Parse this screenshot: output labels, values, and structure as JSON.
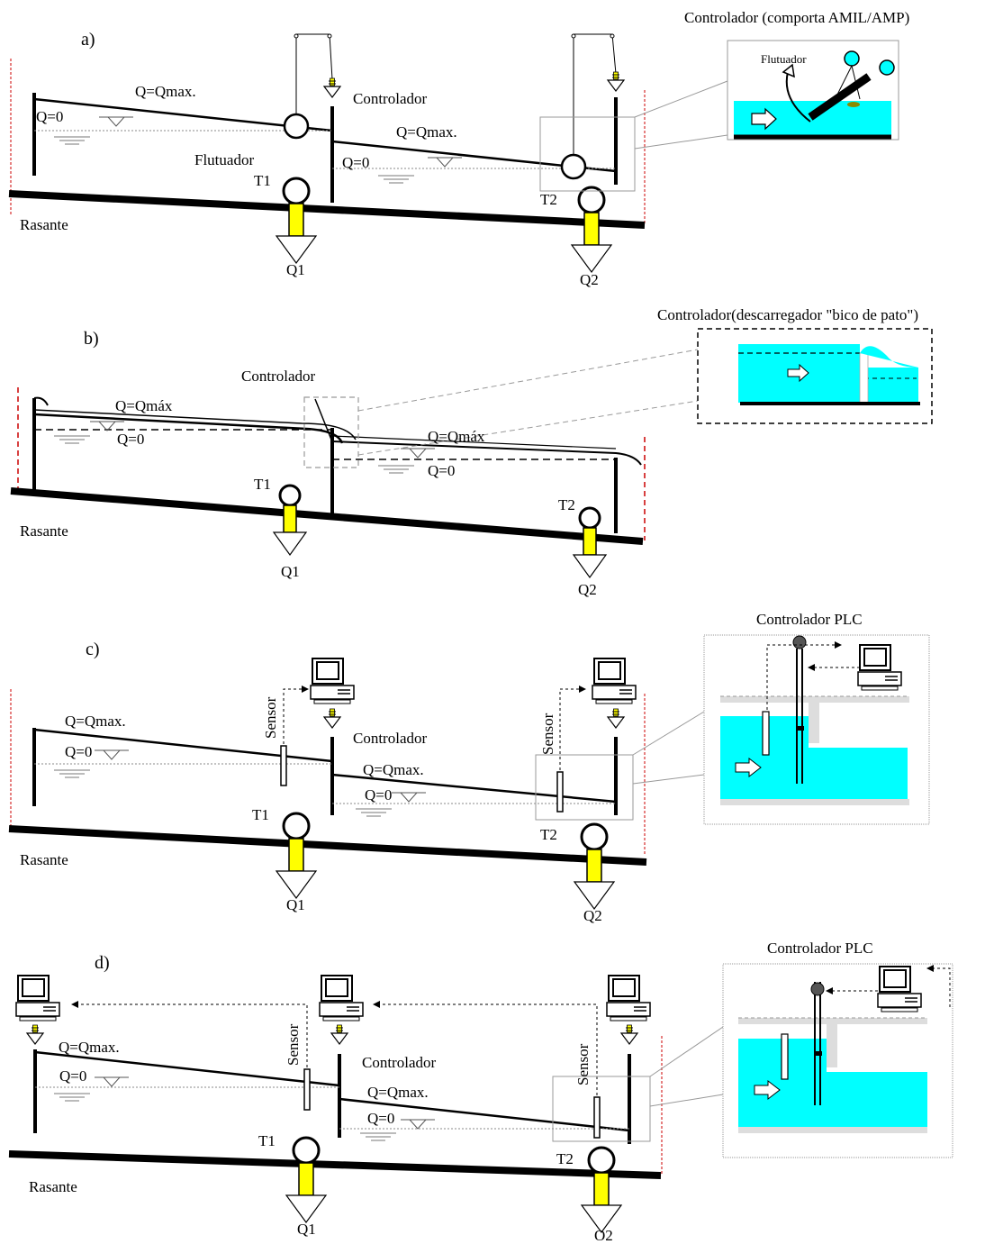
{
  "colors": {
    "water": "#00ffff",
    "sensor_yellow": "#ffff00",
    "boundary_red": "#cc0000",
    "line": "#000000",
    "inset_border": "#808080"
  },
  "panels": {
    "a": {
      "tag": "a)",
      "q_max": "Q=Qmax.",
      "q_max2": "Q=Qmax.",
      "q_zero": "Q=0",
      "q_zero2": "Q=0",
      "controller": "Controlador",
      "float": "Flutuador",
      "t1": "T1",
      "t2": "T2",
      "q1": "Q1",
      "q2": "Q2",
      "grade": "Rasante",
      "inset_title": "Controlador (comporta AMIL/AMP)",
      "inset_float": "Flutuador"
    },
    "b": {
      "tag": "b)",
      "q_max": "Q=Qmáx",
      "q_max2": "Q=Qmáx",
      "q_zero": "Q=0",
      "q_zero2": "Q=0",
      "controller": "Controlador",
      "t1": "T1",
      "t2": "T2",
      "q1": "Q1",
      "q2": "Q2",
      "grade": "Rasante",
      "inset_title": "Controlador(descarregador \"bico de pato\")"
    },
    "c": {
      "tag": "c)",
      "q_max": "Q=Qmax.",
      "q_max2": "Q=Qmax.",
      "q_zero": "Q=0",
      "q_zero2": "Q=0",
      "controller": "Controlador",
      "sensor": "Sensor",
      "sensor2": "Sensor",
      "t1": "T1",
      "t2": "T2",
      "q1": "Q1",
      "q2": "Q2",
      "grade": "Rasante",
      "inset_title": "Controlador PLC"
    },
    "d": {
      "tag": "d)",
      "q_max": "Q=Qmax.",
      "q_max2": "Q=Qmax.",
      "q_zero": "Q=0",
      "q_zero2": "Q=0",
      "controller": "Controlador",
      "sensor": "Sensor",
      "sensor2": "Sensor",
      "t1": "T1",
      "t2": "T2",
      "q1": "Q1",
      "q2": "O2",
      "grade": "Rasante",
      "inset_title": "Controlador PLC"
    }
  }
}
